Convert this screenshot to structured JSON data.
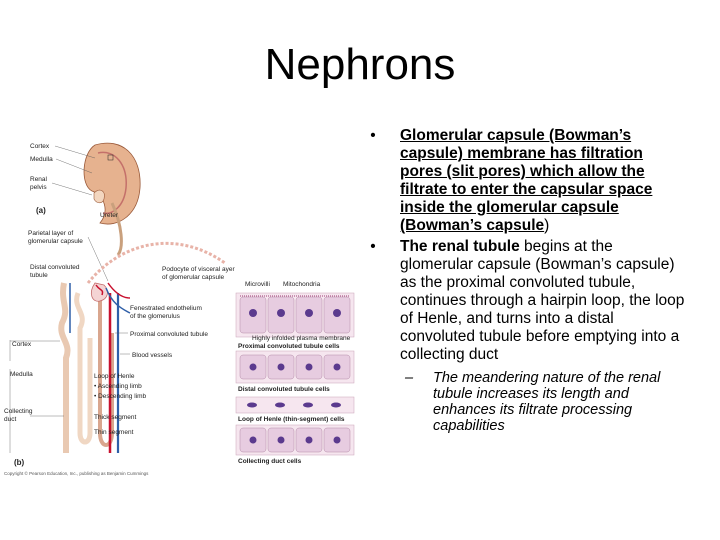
{
  "title": "Nephrons",
  "figure": {
    "labels": {
      "cortex_top": "Cortex",
      "medulla_top": "Medulla",
      "renal_pelvis_1": "Renal",
      "renal_pelvis_2": "pelvis",
      "part_a": "(a)",
      "ureter": "Ureter",
      "parietal_1": "Parietal layer of",
      "parietal_2": "glomerular capsule",
      "distal_1": "Distal convoluted",
      "distal_2": "tubule",
      "podocyte_1": "Podocyte of visceral ayer",
      "podocyte_2": "of glomerular capsule",
      "microvilli": "Microvilli",
      "mitochondria": "Mitochondria",
      "fenestrated_1": "Fenestrated endothelium",
      "fenestrated_2": "of the glomerulus",
      "proximal_tubule": "Proximal convoluted tubule",
      "infolded": "Highly infolded plasma membrane",
      "cortex_side": "Cortex",
      "proximal_cells": "Proximal convoluted tubule cells",
      "blood_vessels": "Blood vessels",
      "medulla_side": "Medulla",
      "loop_henle": "Loop of Henle",
      "ascending": "• Ascending limb",
      "descending": "• Descending limb",
      "distal_cells": "Distal convoluted tubule cells",
      "collecting_1": "Collecting",
      "collecting_2": "duct",
      "thick_segment": "Thick segment",
      "thin_segment": "Thin segment",
      "henle_cells": "Loop of Henle (thin-segment) cells",
      "collecting_cells": "Collecting duct cells",
      "part_b": "(b)",
      "copyright": "Copyright © Pearson Education, Inc., publishing as Benjamin Cummings"
    }
  },
  "bullets": [
    {
      "bold_underlined": "Glomerular capsule (Bowman’s capsule) membrane has filtration pores (slit pores) which allow the filtrate to enter the  capsular space inside the glomerular capsule (Bowman’s capsule",
      "tail": ")"
    },
    {
      "bold": "The renal tubule",
      "rest": " begins at the glomerular capsule (Bowman’s capsule) as the proximal convoluted tubule, continues through a hairpin loop, the loop of Henle, and turns into a distal convoluted tubule before emptying into a collecting duct"
    }
  ],
  "sub_bullet": "The meandering nature of the renal tubule increases its length and enhances its filtrate processing capabilities"
}
